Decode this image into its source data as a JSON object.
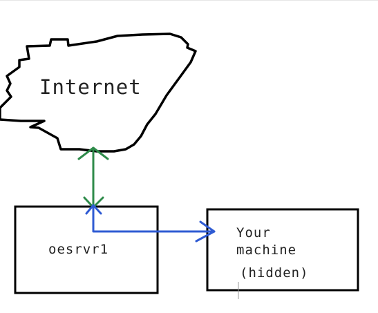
{
  "diagram": {
    "nodes": {
      "internet": {
        "label": "Internet"
      },
      "server": {
        "label": "oesrvr1"
      },
      "machine": {
        "label_line1": "Your",
        "label_line2": "machine",
        "label_line3": "(hidden)"
      }
    },
    "colors": {
      "ink": "#000000",
      "text": "#222222",
      "internet_link": "#2e8b4a",
      "machine_link": "#2f5bd3",
      "cursor": "#9a9a9a"
    },
    "edges": [
      {
        "from": "server",
        "to": "internet",
        "style": "bidirectional-arrow",
        "color": "green"
      },
      {
        "from": "server",
        "to": "machine",
        "style": "elbow-arrow",
        "color": "blue"
      }
    ]
  }
}
